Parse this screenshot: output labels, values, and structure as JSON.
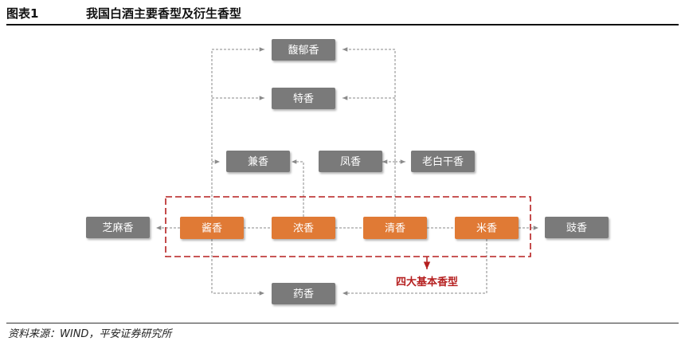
{
  "header": {
    "figure_no": "图表1",
    "title": "我国白酒主要香型及衍生香型"
  },
  "diagram": {
    "nodes": [
      {
        "id": "fuyu",
        "label": "馥郁香",
        "kind": "derived"
      },
      {
        "id": "te",
        "label": "特香",
        "kind": "derived"
      },
      {
        "id": "jian",
        "label": "兼香",
        "kind": "derived"
      },
      {
        "id": "feng",
        "label": "凤香",
        "kind": "derived"
      },
      {
        "id": "laobaigan",
        "label": "老白干香",
        "kind": "derived"
      },
      {
        "id": "zhima",
        "label": "芝麻香",
        "kind": "derived"
      },
      {
        "id": "jiang",
        "label": "酱香",
        "kind": "basic"
      },
      {
        "id": "nong",
        "label": "浓香",
        "kind": "basic"
      },
      {
        "id": "qing",
        "label": "清香",
        "kind": "basic"
      },
      {
        "id": "mi",
        "label": "米香",
        "kind": "basic"
      },
      {
        "id": "chi",
        "label": "豉香",
        "kind": "derived"
      },
      {
        "id": "yao",
        "label": "药香",
        "kind": "derived"
      }
    ],
    "group_label": "四大基本香型",
    "colors": {
      "basic": "#e07a35",
      "derived": "#7a7a7a",
      "group": "#b51f1f",
      "line": "#8a8a8a"
    }
  },
  "footer": {
    "source": "资料来源：WIND，平安证券研究所"
  }
}
